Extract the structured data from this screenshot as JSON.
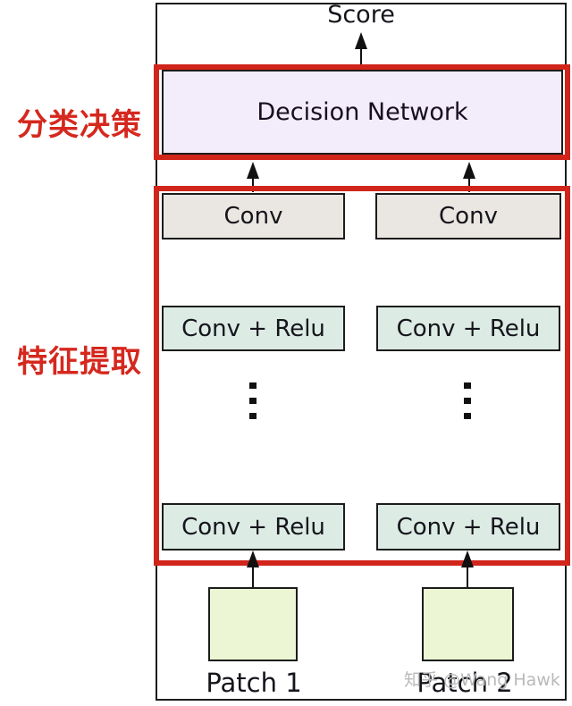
{
  "diagram": {
    "output_label": "Score",
    "stages": [
      {
        "side_label": "分类决策",
        "node": "Decision Network"
      },
      {
        "side_label": "特征提取"
      }
    ],
    "columns": [
      {
        "conv": "Conv",
        "relu_top": "Conv + Relu",
        "relu_bottom": "Conv + Relu",
        "patch_label": "Patch 1"
      },
      {
        "conv": "Conv",
        "relu_top": "Conv + Relu",
        "relu_bottom": "Conv + Relu",
        "patch_label": "Patch 2"
      }
    ],
    "watermark": "知乎 @Wang Hawk"
  },
  "colors": {
    "stage_frame_red": "#d1251c",
    "side_label_red": "#d5281e",
    "decision_fill": "#f3ecfa",
    "conv_fill": "#eae6e1",
    "conv_relu_fill": "#dcebe4",
    "patch_fill": "#ecf6d4",
    "line_black": "#1c1c1c",
    "watermark_gray": "#b9b9b9"
  }
}
